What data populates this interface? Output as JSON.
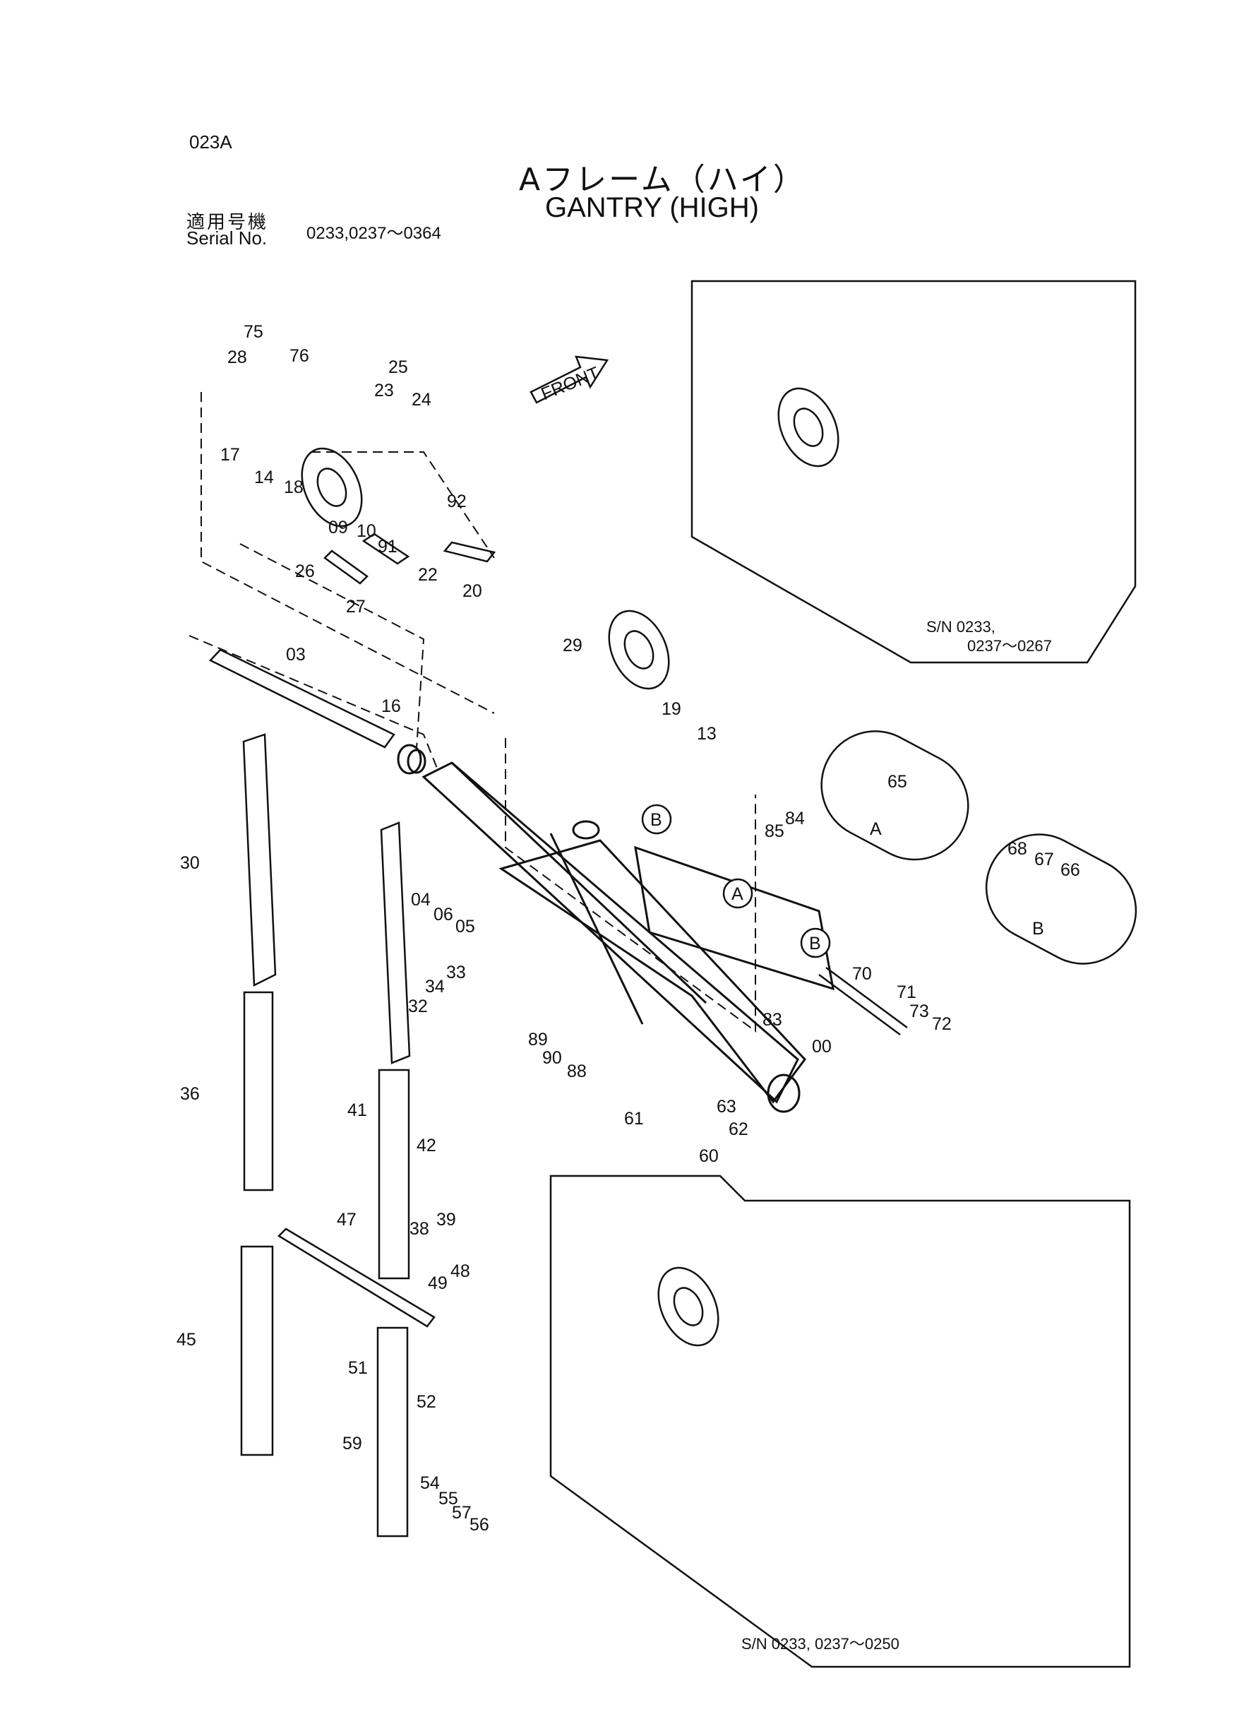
{
  "header": {
    "page_code": "023A",
    "title_jp": "Aフレーム（ハイ）",
    "title_en": "GANTRY (HIGH)",
    "serial_label_jp": "適用号機",
    "serial_label_en": "Serial No.",
    "serial_range": "0233,0237～0364"
  },
  "front_label": "FRONT",
  "inset_labels": {
    "top_right_sn_1": "S/N  0233,",
    "top_right_sn_2": "0237～0267",
    "bottom_right_sn": "S/N  0233, 0237～0250",
    "detail_a": "A",
    "detail_b": "B"
  },
  "callouts": {
    "circle_b_1": "B",
    "circle_a": "A",
    "circle_b_2": "B"
  },
  "part_numbers": [
    "75",
    "76",
    "28",
    "17",
    "14",
    "18",
    "09",
    "10",
    "91",
    "92",
    "25",
    "23",
    "24",
    "26",
    "27",
    "22",
    "20",
    "03",
    "16",
    "30",
    "04",
    "06",
    "05",
    "32",
    "34",
    "33",
    "36",
    "41",
    "42",
    "38",
    "39",
    "47",
    "48",
    "49",
    "45",
    "51",
    "52",
    "59",
    "54",
    "55",
    "57",
    "56",
    "29",
    "19",
    "13",
    "61",
    "63",
    "62",
    "60",
    "89",
    "90",
    "88",
    "00",
    "83",
    "70",
    "71",
    "73",
    "72",
    "85",
    "84",
    "65",
    "66",
    "67",
    "68"
  ]
}
